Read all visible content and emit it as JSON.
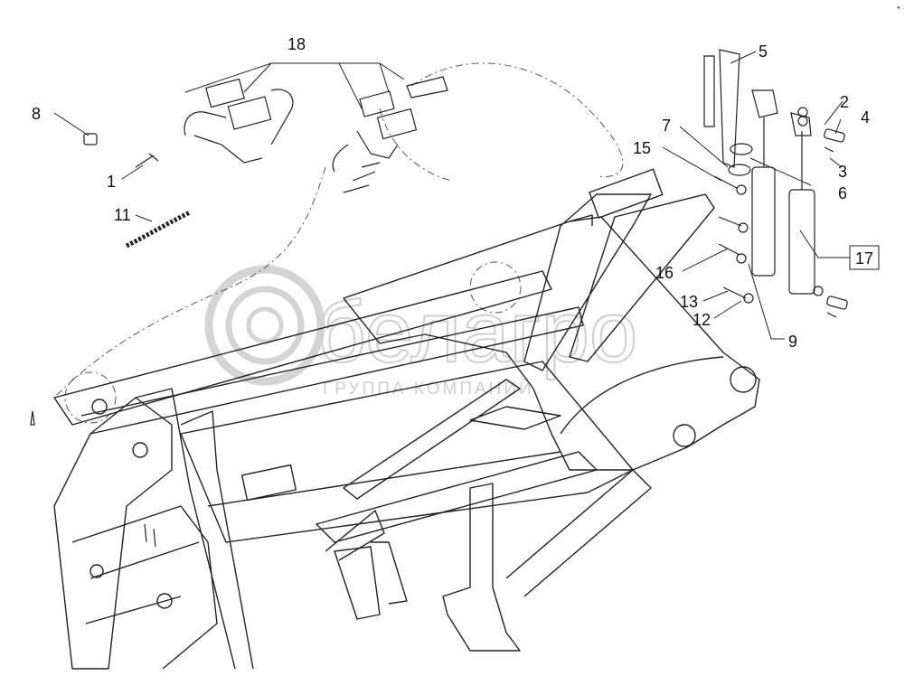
{
  "diagram": {
    "callouts": {
      "c1": "1",
      "c2": "2",
      "c3": "3",
      "c4": "4",
      "c5": "5",
      "c6": "6",
      "c7": "7",
      "c8": "8",
      "c9": "9",
      "c11": "11",
      "c12": "12",
      "c13": "13",
      "c15": "15",
      "c16": "16",
      "c17": "17",
      "c18": "18"
    },
    "watermark": {
      "brand": "белагро",
      "tagline": "ГРУППА КОМПАНИЙ"
    },
    "corner_mark": "⬘ ‥",
    "colors": {
      "line": "#222222",
      "hidden_line": "#555555",
      "watermark": "#cfcfcf",
      "background": "#ffffff"
    }
  }
}
